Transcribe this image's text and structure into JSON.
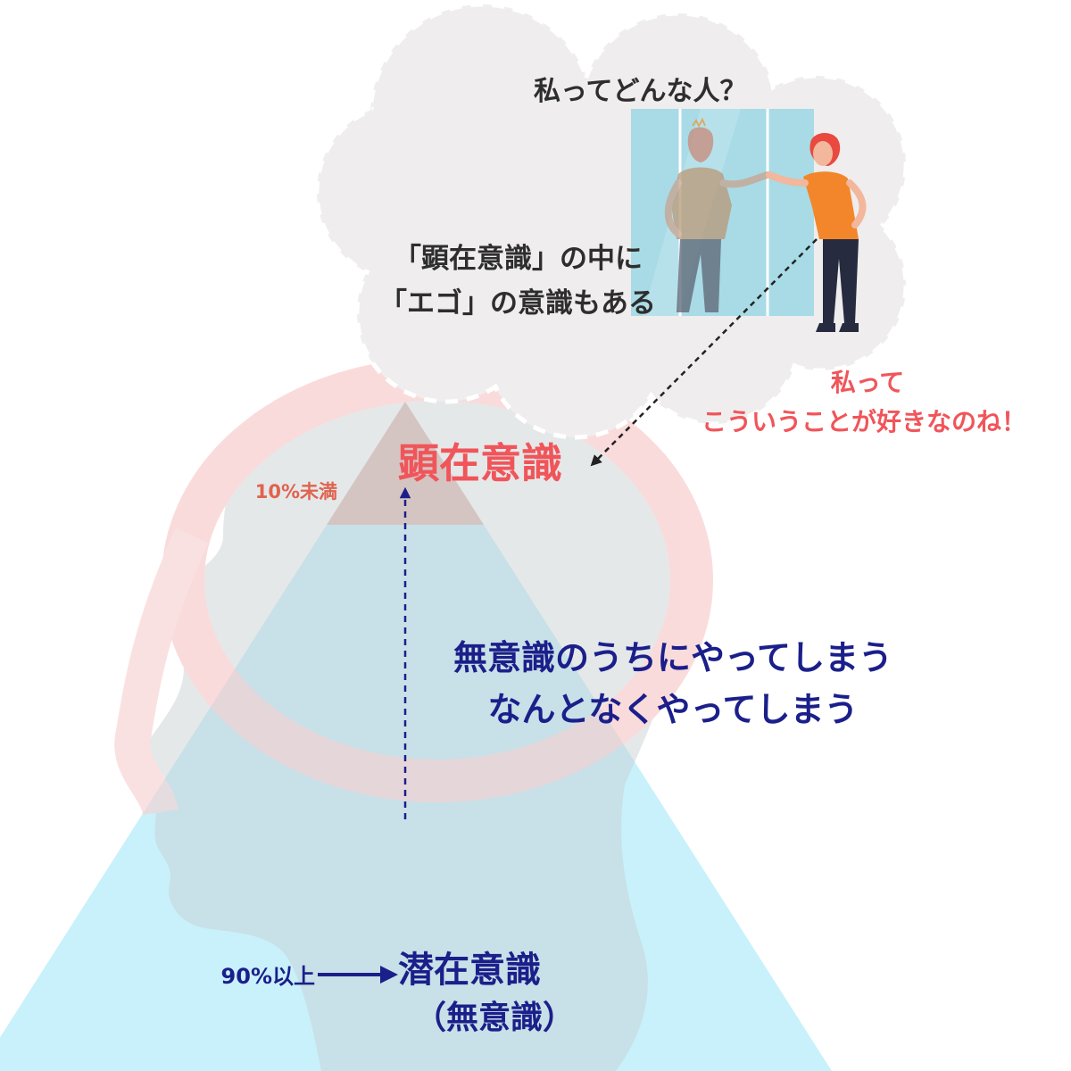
{
  "cloud": {
    "question": "私ってどんな人？",
    "ego_line1": "「顕在意識」の中に",
    "ego_line2": "「エゴ」の意識もある"
  },
  "realization": {
    "line1": "私って",
    "line2": "こういうことが好きなのね！"
  },
  "conscious": {
    "label": "顕在意識",
    "percent": "10%未満"
  },
  "middle": {
    "line1": "無意識のうちにやってしまう",
    "line2": "なんとなくやってしまう"
  },
  "subconscious": {
    "label": "潜在意識",
    "sub_label": "（無意識）",
    "percent": "90%以上"
  },
  "colors": {
    "conscious_red": "#f0555a",
    "percent_red": "#e0634f",
    "navy": "#1b1f8a",
    "dark_text": "#2e2e2e",
    "pyramid_light": "#c9f1fb",
    "pyramid_tip": "#e6b6a8",
    "cloud_fill": "#efeded",
    "head_ring": "#f6c9c9",
    "head_fill": "#c9ced3",
    "mirror": "#a8dbe6"
  }
}
